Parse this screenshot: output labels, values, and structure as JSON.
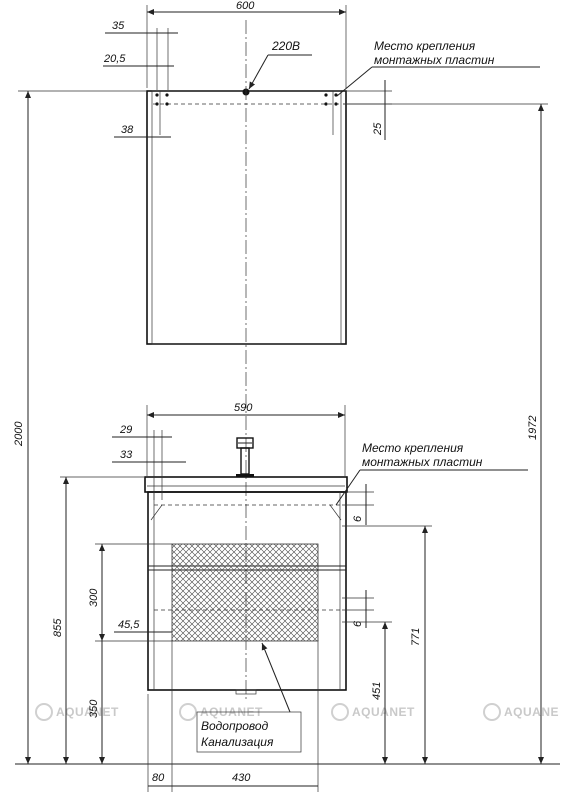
{
  "mirror": {
    "width_label": "600",
    "dim_35": "35",
    "dim_20_5": "20,5",
    "dim_38": "38",
    "dim_25": "25",
    "power_label": "220В",
    "mount_label_line1": "Место крепления",
    "mount_label_line2": "монтажных пластин"
  },
  "cabinet": {
    "width_label": "590",
    "dim_29": "29",
    "dim_33": "33",
    "dim_6_top": "6",
    "dim_6_mid": "6",
    "dim_300": "300",
    "dim_45_5": "45,5",
    "dim_350": "350",
    "dim_855": "855",
    "dim_771": "771",
    "dim_451": "451",
    "dim_80": "80",
    "dim_430": "430",
    "mount_label_line1": "Место крепления",
    "mount_label_line2": "монтажных пластин",
    "water_label": "Водопровод",
    "sewer_label": "Канализация"
  },
  "overall": {
    "height_2000": "2000",
    "height_1972": "1972"
  },
  "watermark": {
    "text": "AQUANET",
    "text_cut": "AQUANE"
  }
}
